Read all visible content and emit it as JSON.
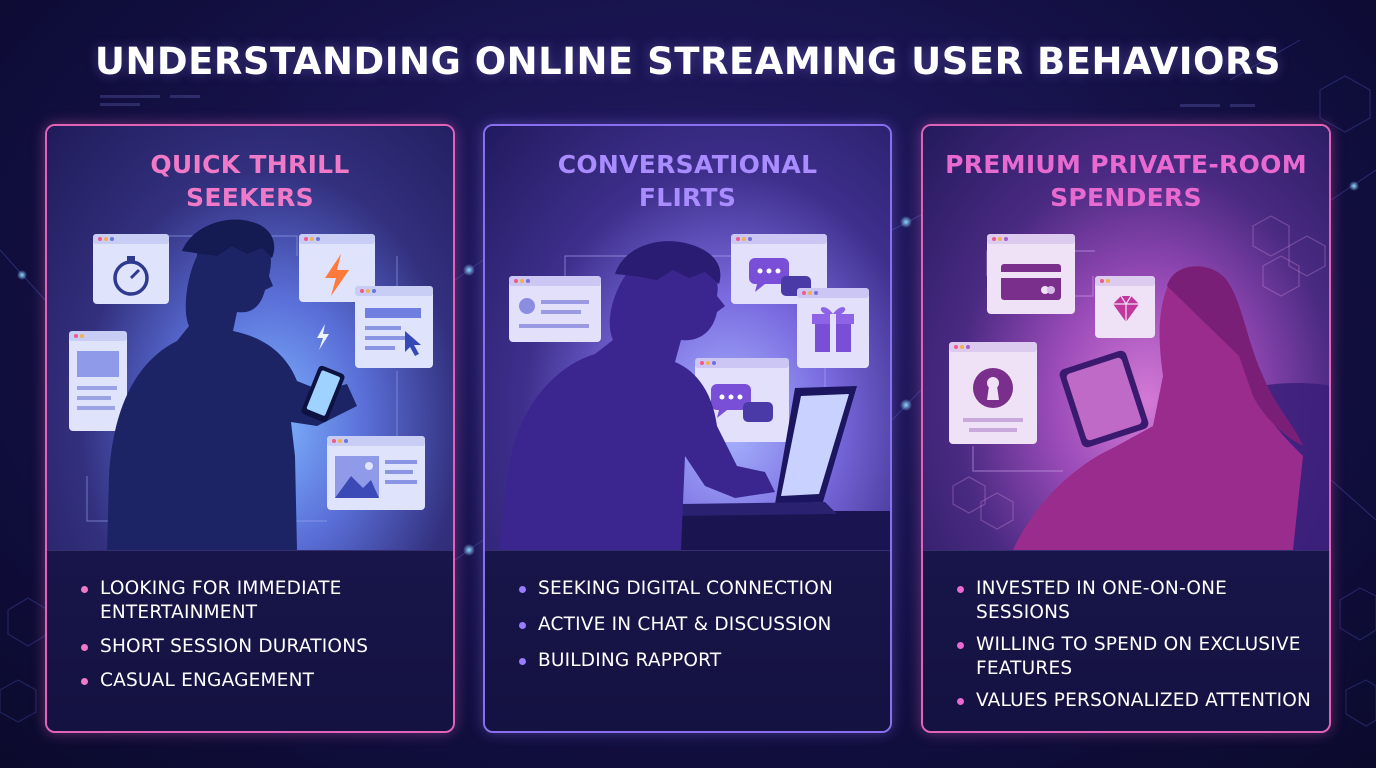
{
  "title": "UNDERSTANDING ONLINE STREAMING USER BEHAVIORS",
  "colors": {
    "pink_accent": "#f07ac8",
    "purple_accent": "#a98cff",
    "magenta_accent": "#e86ad0",
    "background": "#1a1552"
  },
  "cards": [
    {
      "heading_line1": "QUICK THRILL",
      "heading_line2": "SEEKERS",
      "icons": [
        "stopwatch-icon",
        "lightning-icon",
        "browser-window-icon",
        "cursor-icon",
        "image-icon",
        "person-phone-illustration"
      ],
      "bullets": [
        "LOOKING FOR IMMEDIATE ENTERTAINMENT",
        "SHORT SESSION DURATIONS",
        "CASUAL ENGAGEMENT"
      ]
    },
    {
      "heading_line1": "CONVERSATIONAL",
      "heading_line2": "FLIRTS",
      "icons": [
        "chat-bubbles-icon",
        "gift-icon",
        "profile-card-icon",
        "person-laptop-illustration"
      ],
      "bullets": [
        "SEEKING DIGITAL CONNECTION",
        "ACTIVE IN CHAT & DISCUSSION",
        "BUILDING RAPPORT"
      ]
    },
    {
      "heading_line1": "PREMIUM PRIVATE-ROOM",
      "heading_line2": "SPENDERS",
      "icons": [
        "credit-card-icon",
        "diamond-icon",
        "keyhole-lock-icon",
        "person-tablet-illustration"
      ],
      "bullets": [
        "INVESTED IN ONE-ON-ONE SESSIONS",
        "WILLING TO SPEND ON EXCLUSIVE FEATURES",
        "VALUES PERSONALIZED ATTENTION"
      ]
    }
  ]
}
